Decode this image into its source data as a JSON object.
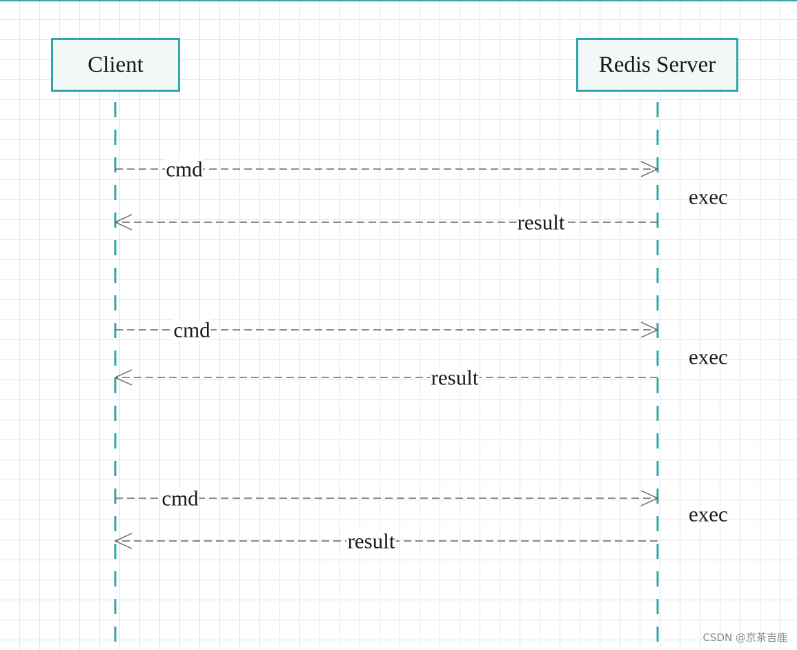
{
  "diagram": {
    "type": "sequence",
    "actors": [
      {
        "id": "client",
        "label": "Client"
      },
      {
        "id": "server",
        "label": "Redis Server"
      }
    ],
    "messages": [
      {
        "from": "client",
        "to": "server",
        "label": "cmd"
      },
      {
        "from": "server",
        "to": "client",
        "label": "result"
      },
      {
        "from": "client",
        "to": "server",
        "label": "cmd"
      },
      {
        "from": "server",
        "to": "client",
        "label": "result"
      },
      {
        "from": "client",
        "to": "server",
        "label": "cmd"
      },
      {
        "from": "server",
        "to": "client",
        "label": "result"
      }
    ],
    "exec_notes": [
      {
        "label": "exec"
      },
      {
        "label": "exec"
      },
      {
        "label": "exec"
      }
    ]
  },
  "colors": {
    "accent": "#2fa6aa",
    "arrow": "#666666",
    "actor_fill": "#f2f7f8",
    "grid": "#e3e3e3"
  },
  "watermark": "CSDN @京茶吉鹿"
}
